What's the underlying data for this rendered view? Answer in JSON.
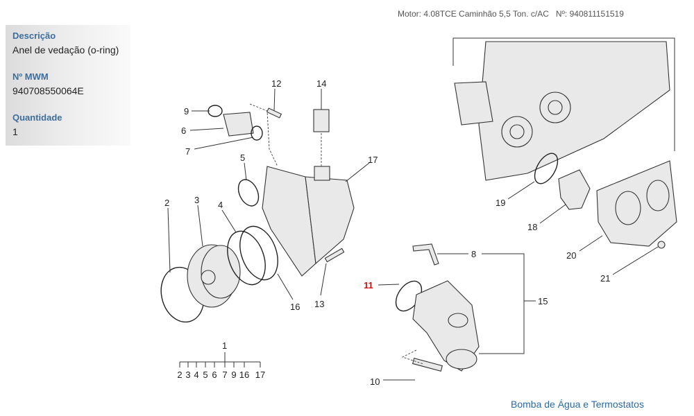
{
  "info": {
    "description_label": "Descrição",
    "description_value": "Anel de vedação (o-ring)",
    "part_number_label": "Nº MWM",
    "part_number_value": "940708550064E",
    "quantity_label": "Quantidade",
    "quantity_value": "1"
  },
  "header": {
    "motor": "Motor: 4.08TCE Caminhão 5,5 Ton. c/AC   Nº: 940811151519"
  },
  "diagram": {
    "callouts": {
      "c1": "1",
      "c2": "2",
      "c3": "3",
      "c4": "4",
      "c5": "5",
      "c6": "6",
      "c7": "7",
      "c8": "8",
      "c9": "9",
      "c10": "10",
      "c11": "11",
      "c12": "12",
      "c13": "13",
      "c14": "14",
      "c15": "15",
      "c16": "16",
      "c17": "17",
      "c18": "18",
      "c19": "19",
      "c20": "20",
      "c21": "21"
    },
    "group_items": [
      "2",
      "3",
      "4",
      "5",
      "6",
      "7",
      "9",
      "16",
      "17"
    ],
    "highlight_color": "#d01010"
  },
  "footer": {
    "link": "Bomba de Água e Termostatos"
  }
}
